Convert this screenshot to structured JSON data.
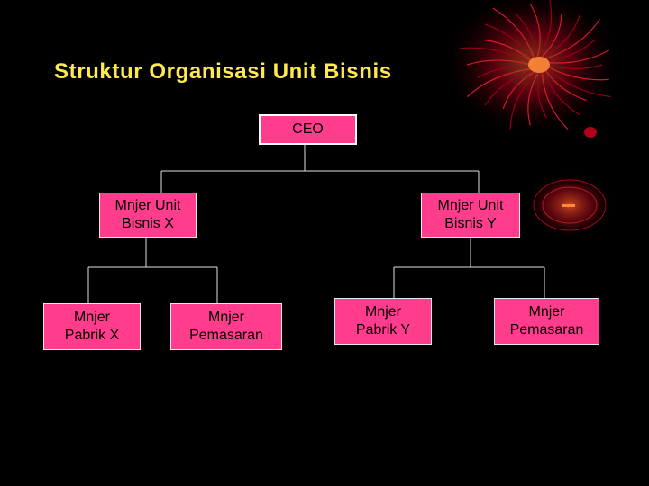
{
  "title": "Struktur Organisasi Unit Bisnis",
  "colors": {
    "title": "#FFE94D",
    "box_fill": "#FF3D8C",
    "box_border": "#E8E8E8",
    "background": "#000000",
    "decoration_red": "#B3001E",
    "decoration_orange": "#FF6A2A"
  },
  "nodes": {
    "ceo": {
      "lines": [
        "CEO"
      ]
    },
    "unit_x": {
      "lines": [
        "Mnjer Unit",
        "Bisnis X"
      ]
    },
    "unit_y": {
      "lines": [
        "Mnjer Unit",
        "Bisnis Y"
      ]
    },
    "pabrik_x": {
      "lines": [
        "Mnjer",
        "Pabrik X"
      ]
    },
    "pemasaran_x": {
      "lines": [
        "Mnjer",
        "Pemasaran"
      ]
    },
    "pabrik_y": {
      "lines": [
        "Mnjer",
        "Pabrik Y"
      ]
    },
    "pemasaran_y": {
      "lines": [
        "Mnjer",
        "Pemasaran"
      ]
    }
  }
}
